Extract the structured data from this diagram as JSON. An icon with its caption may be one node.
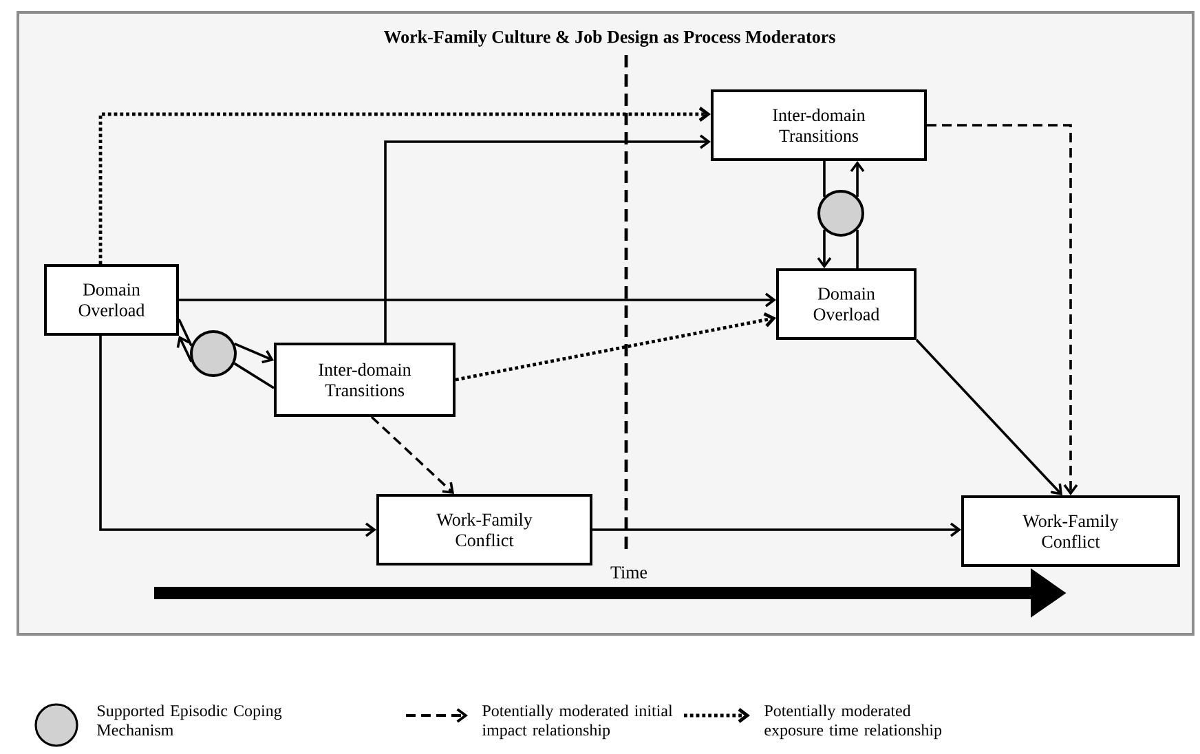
{
  "diagram": {
    "nodes": [
      {
        "text": [
          "Work-Family Culture & Job Design as Process Moderators"
        ]
      },
      {
        "text": [
          "Domain Overload"
        ],
        "in": 0
      },
      {
        "text": [],
        "shape": "circle",
        "in": 0
      },
      {
        "text": [
          "Inter-domain Transitions"
        ],
        "in": 0
      },
      {
        "text": [
          "Work-Family Conflict"
        ],
        "in": 0
      },
      {
        "text": [
          "Inter-domain Transitions"
        ],
        "in": 0
      },
      {
        "text": [],
        "shape": "circle",
        "in": 0
      },
      {
        "text": [
          "Domain Overload"
        ],
        "in": 0
      },
      {
        "text": [
          "Work-Family Conflict"
        ],
        "in": 0
      }
    ],
    "edges": [
      {
        "from": 1,
        "to": 5,
        "arrow": "to",
        "style": "dashed"
      },
      {
        "from": 3,
        "to": 5,
        "arrow": "to"
      },
      {
        "from": 1,
        "to": 7,
        "arrow": "to"
      },
      {
        "from": 1,
        "to": 2,
        "arrow": "none"
      },
      {
        "from": 2,
        "to": 3,
        "arrow": "to"
      },
      {
        "from": 3,
        "to": 2,
        "arrow": "none"
      },
      {
        "from": 2,
        "to": 1,
        "arrow": "to"
      },
      {
        "from": 3,
        "to": 7,
        "arrow": "to",
        "style": "dashed"
      },
      {
        "from": 3,
        "to": 4,
        "arrow": "to",
        "style": "dashed"
      },
      {
        "from": 1,
        "to": 4,
        "arrow": "to"
      },
      {
        "from": 5,
        "to": 6,
        "arrow": "none"
      },
      {
        "from": 6,
        "to": 7,
        "arrow": "to"
      },
      {
        "from": 7,
        "to": 6,
        "arrow": "none"
      },
      {
        "from": 6,
        "to": 5,
        "arrow": "to"
      },
      {
        "from": 4,
        "to": 8,
        "arrow": "to"
      },
      {
        "from": 5,
        "to": 8,
        "arrow": "to",
        "style": "dashed"
      },
      {
        "from": 7,
        "to": 8,
        "arrow": "to"
      }
    ],
    "labels": [
      "Time"
    ],
    "legend": [
      {
        "text": "Supported Episodic Coping Mechanism"
      },
      {
        "text": "Potentially moderated initial impact relationship"
      },
      {
        "text": "Potentially moderated exposure time relationship"
      }
    ]
  }
}
